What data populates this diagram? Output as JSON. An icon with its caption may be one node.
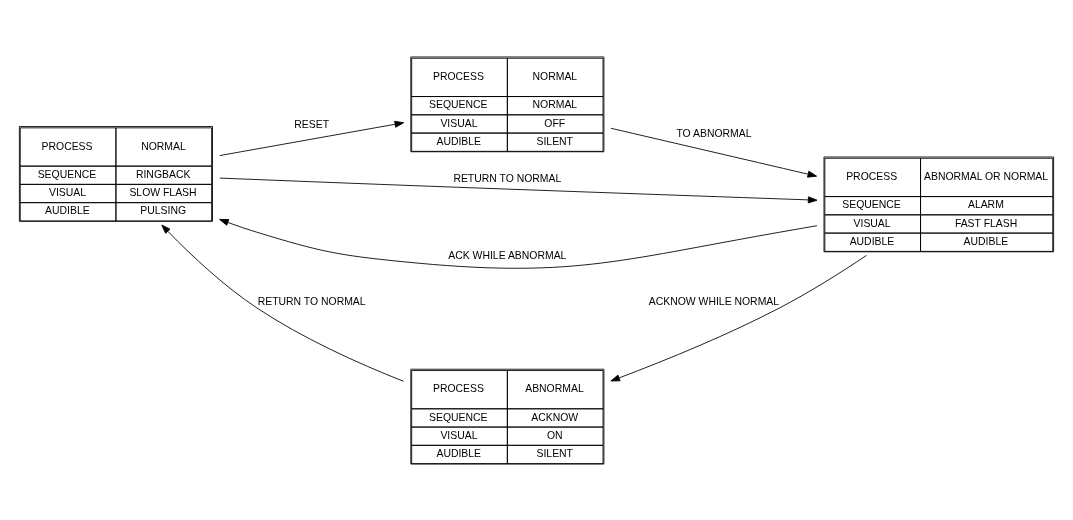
{
  "diagram": {
    "nodes": [
      {
        "text": [
          "PROCESS",
          "NORMAL",
          "SEQUENCE",
          "NORMAL",
          "VISUAL",
          "OFF",
          "AUDIBLE",
          "SILENT"
        ]
      },
      {
        "text": [
          "PROCESS",
          "NORMAL",
          "SEQUENCE",
          "RINGBACK",
          "VISUAL",
          "SLOW FLASH",
          "AUDIBLE",
          "PULSING"
        ]
      },
      {
        "text": [
          "PROCESS",
          "ABNORMAL OR NORMAL",
          "SEQUENCE",
          "ALARM",
          "VISUAL",
          "FAST FLASH",
          "AUDIBLE",
          "AUDIBLE"
        ]
      },
      {
        "text": [
          "PROCESS",
          "ABNORMAL",
          "SEQUENCE",
          "ACKNOW",
          "VISUAL",
          "ON",
          "AUDIBLE",
          "SILENT"
        ]
      }
    ],
    "edges": [
      {
        "from": 1,
        "to": 0,
        "arrow": "to",
        "label": "RESET"
      },
      {
        "from": 0,
        "to": 2,
        "arrow": "to",
        "label": "TO ABNORMAL"
      },
      {
        "from": 2,
        "to": 1,
        "arrow": "to",
        "label": "ACK WHILE ABNORMAL"
      },
      {
        "from": 1,
        "to": 2,
        "arrow": "to",
        "label": "RETURN TO NORMAL"
      },
      {
        "from": 2,
        "to": 3,
        "arrow": "to",
        "label": "ACKNOW WHILE NORMAL"
      },
      {
        "from": 3,
        "to": 1,
        "arrow": "to",
        "label": "RETURN TO NORMAL"
      }
    ]
  }
}
